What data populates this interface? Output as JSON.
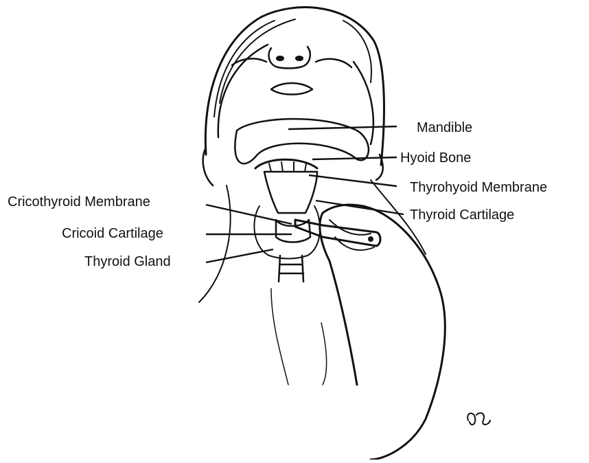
{
  "labels": {
    "mandible": "Mandible",
    "hyoid_bone": "Hyoid Bone",
    "thyrohyoid_membrane": "Thyrohyoid Membrane",
    "thyroid_cartilage": "Thyroid Cartilage",
    "cricothyroid_membrane": "Cricothyroid Membrane",
    "cricoid_cartilage": "Cricoid Cartilage",
    "thyroid_gland": "Thyroid Gland"
  },
  "colors": {
    "ink": "#111111",
    "background": "#ffffff"
  }
}
